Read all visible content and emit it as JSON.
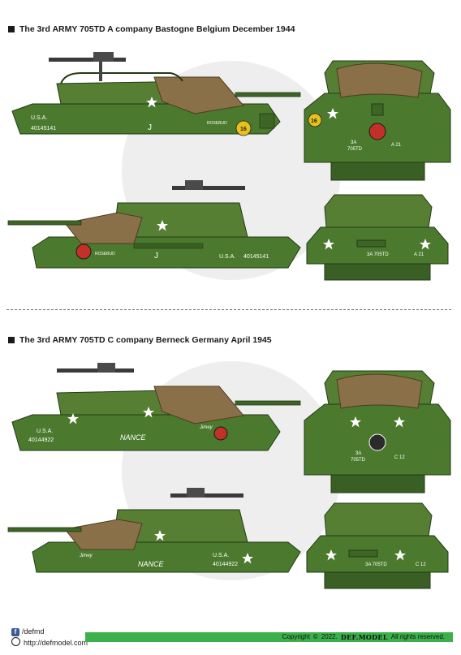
{
  "sections": [
    {
      "title": "The 3rd ARMY 705TD A company Bastogne Belgium December 1944",
      "tank_side_1": {
        "usa": "U.S.A.",
        "serial": "40145141",
        "letter": "J",
        "name": "ROSEBUD",
        "number": "16"
      },
      "tank_rear_1": {
        "number": "16",
        "unit_line1": "3A",
        "unit_line2": "705TD",
        "code": "A 21"
      },
      "tank_side_2": {
        "name": "ROSEBUD",
        "letter": "J",
        "usa": "U.S.A.",
        "serial": "40145141"
      },
      "tank_front_2": {
        "unit": "3A 705TD",
        "code": "A 21"
      }
    },
    {
      "title": "The 3rd ARMY 705TD C company Berneck Germany April 1945",
      "tank_side_1": {
        "usa": "U.S.A.",
        "serial": "40144922",
        "name": "NANCE",
        "nickname": "Jimey"
      },
      "tank_rear_1": {
        "unit_line1": "3A",
        "unit_line2": "705TD",
        "code": "C 12"
      },
      "tank_side_2": {
        "nickname": "Jimey",
        "name": "NANCE",
        "usa": "U.S.A.",
        "serial": "40144922"
      },
      "tank_front_2": {
        "unit": "3A 705TD",
        "code": "C 12"
      }
    }
  ],
  "footer": {
    "facebook": "/defmd",
    "website": "http://defmodel.com",
    "copyright_prefix": "Copyright",
    "year": "2022.",
    "brand": "DEF.MODEL",
    "rights": "All rights reserved."
  },
  "colors": {
    "olive": "#4b7a2e",
    "olive_dark": "#2f4f1c",
    "tarp": "#8a7048",
    "accent_green": "#3cb04a",
    "yellow": "#e8c21a"
  }
}
